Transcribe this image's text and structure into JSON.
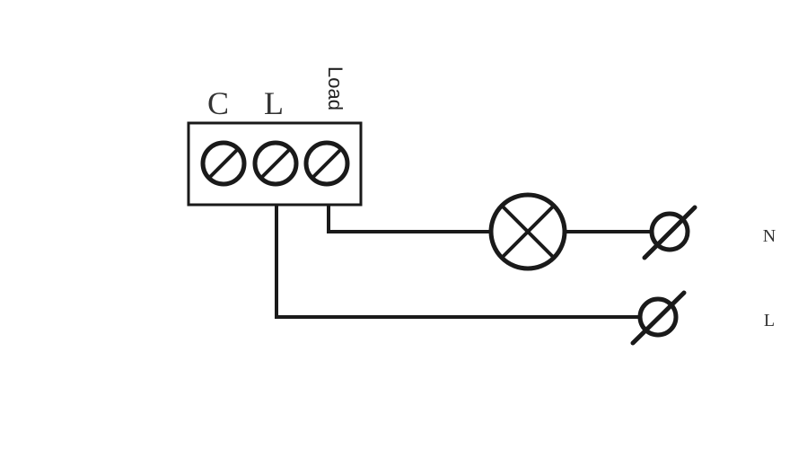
{
  "terminal_block": {
    "labels": [
      "C",
      "L",
      "Load"
    ]
  },
  "mains": {
    "neutral_label": "N",
    "line_label": "L"
  }
}
